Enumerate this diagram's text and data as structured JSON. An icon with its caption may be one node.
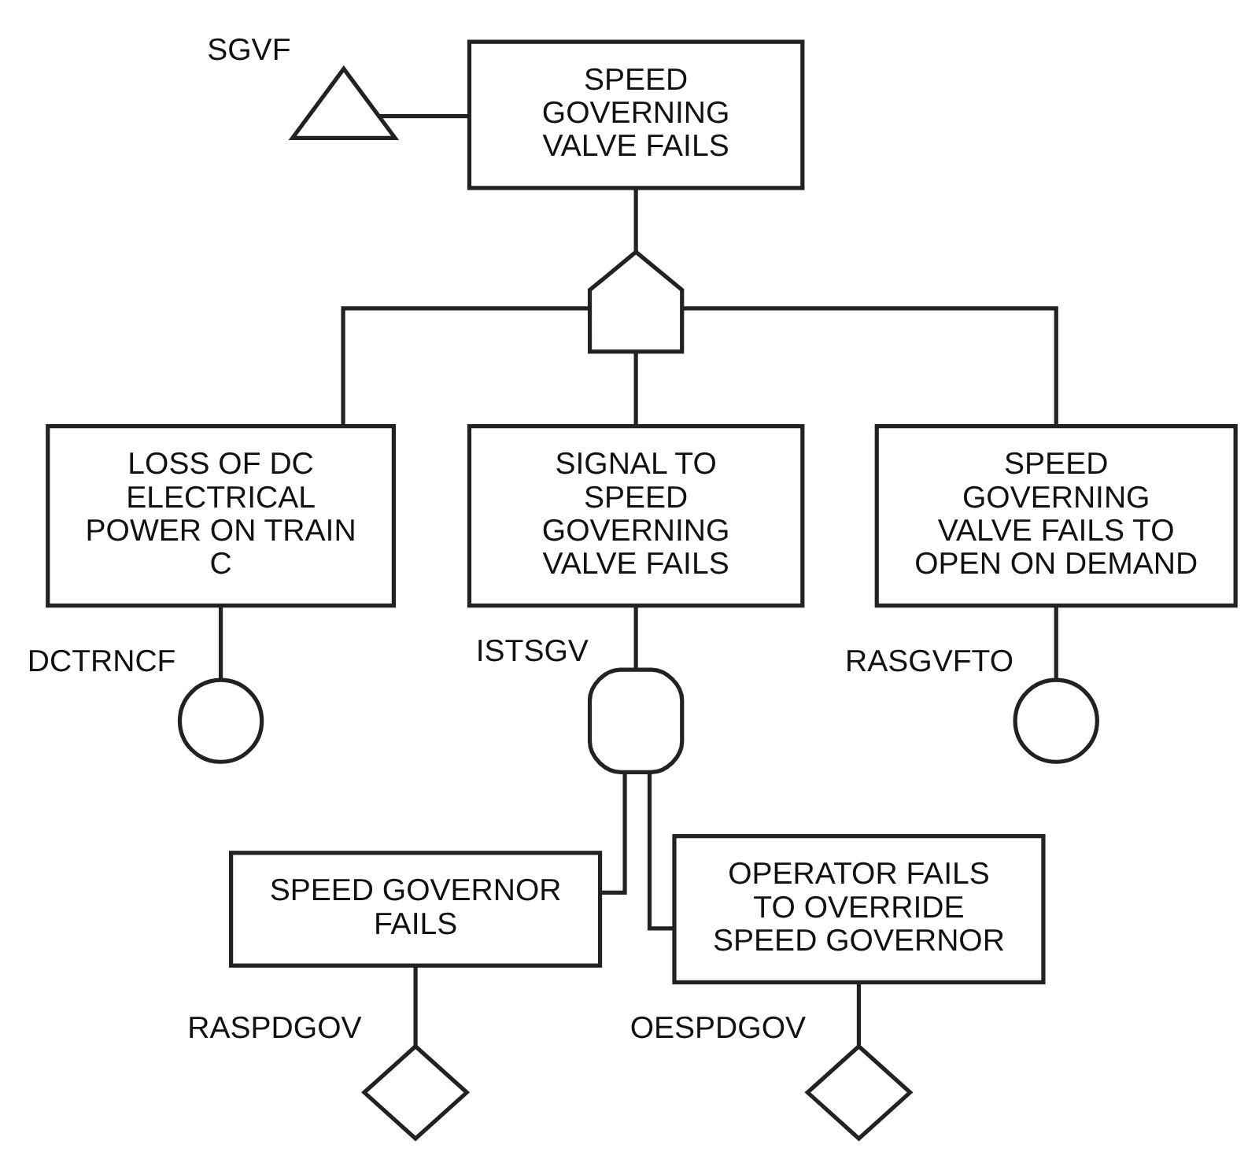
{
  "diagram": {
    "nodes": [
      {
        "text": [
          "SPEED GOVERNING VALVE FAILS"
        ]
      },
      {
        "text": [],
        "shape": "triangle",
        "beside": [
          "SGVF"
        ]
      },
      {
        "text": [],
        "shape": "or-gate"
      },
      {
        "text": [
          "LOSS OF DC ELECTRICAL POWER ON TRAIN C"
        ]
      },
      {
        "text": [
          "SIGNAL TO SPEED GOVERNING VALVE FAILS"
        ]
      },
      {
        "text": [
          "SPEED GOVERNING VALVE FAILS TO OPEN ON DEMAND"
        ]
      },
      {
        "text": [],
        "shape": "circle",
        "beside": [
          "DCTRNCF"
        ]
      },
      {
        "text": [],
        "shape": "and-gate",
        "beside": [
          "ISTSGV"
        ]
      },
      {
        "text": [],
        "shape": "circle",
        "beside": [
          "RASGVFTO"
        ]
      },
      {
        "text": [
          "SPEED GOVERNOR FAILS"
        ]
      },
      {
        "text": [
          "OPERATOR FAILS TO OVERRIDE SPEED GOVERNOR"
        ]
      },
      {
        "text": [],
        "shape": "diamond",
        "beside": [
          "RASPDGOV"
        ]
      },
      {
        "text": [],
        "shape": "diamond",
        "beside": [
          "OESPDGOV"
        ]
      }
    ],
    "edges": [
      {
        "from": 1,
        "to": 0,
        "arrow": "none"
      },
      {
        "from": 0,
        "to": 2,
        "arrow": "none"
      },
      {
        "from": 2,
        "to": 3,
        "arrow": "none"
      },
      {
        "from": 2,
        "to": 4,
        "arrow": "none"
      },
      {
        "from": 2,
        "to": 5,
        "arrow": "none"
      },
      {
        "from": 3,
        "to": 6,
        "arrow": "none"
      },
      {
        "from": 4,
        "to": 7,
        "arrow": "none"
      },
      {
        "from": 5,
        "to": 8,
        "arrow": "none"
      },
      {
        "from": 7,
        "to": 9,
        "arrow": "none"
      },
      {
        "from": 7,
        "to": 10,
        "arrow": "none"
      },
      {
        "from": 9,
        "to": 11,
        "arrow": "none"
      },
      {
        "from": 10,
        "to": 12,
        "arrow": "none"
      }
    ]
  }
}
